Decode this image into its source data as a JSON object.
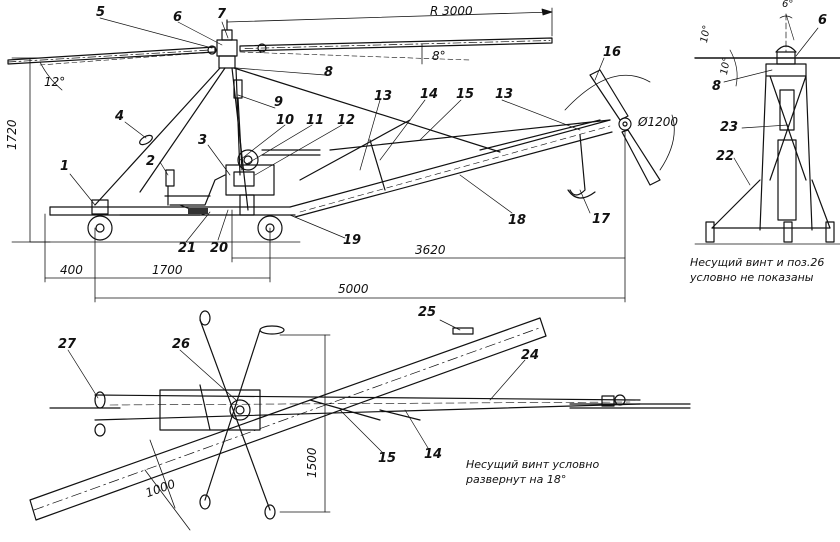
{
  "dimensions": {
    "rotor_radius": "R 3000",
    "height": "1720",
    "front_offset": "400",
    "wheelbase": "1700",
    "boom_length": "3620",
    "overall_length": "5000",
    "tail_rotor_diameter": "Ø1200",
    "track": "1500",
    "blade_chord_span": "1000",
    "angle_12": "12°",
    "angle_8": "8°",
    "angle_6": "6°",
    "angle_10a": "10°",
    "angle_10b": "10°"
  },
  "callouts": [
    "1",
    "2",
    "3",
    "4",
    "5",
    "6",
    "7",
    "8",
    "9",
    "10",
    "11",
    "12",
    "13",
    "14",
    "15",
    "16",
    "17",
    "18",
    "19",
    "20",
    "21",
    "22",
    "23",
    "24",
    "25",
    "26",
    "27"
  ],
  "side_labels": {
    "c1": "1",
    "c2": "2",
    "c3": "3",
    "c4": "4",
    "c5": "5",
    "c6": "6",
    "c7": "7",
    "c8": "8",
    "c9": "9",
    "c10": "10",
    "c11": "11",
    "c12": "12",
    "c13a": "13",
    "c13b": "13",
    "c14": "14",
    "c15": "15",
    "c16": "16",
    "c17": "17",
    "c18": "18",
    "c19": "19",
    "c20": "20",
    "c21": "21"
  },
  "front_labels": {
    "c6": "6",
    "c8": "8",
    "c22": "22",
    "c23": "23"
  },
  "top_labels": {
    "c14": "14",
    "c15": "15",
    "c24": "24",
    "c25": "25",
    "c26": "26",
    "c27": "27"
  },
  "notes": {
    "front_note_line1": "Несущий винт и поз.26",
    "front_note_line2": "условно не показаны",
    "top_note_line1": "Несущий винт условно",
    "top_note_line2": "развернут  на  18°"
  }
}
